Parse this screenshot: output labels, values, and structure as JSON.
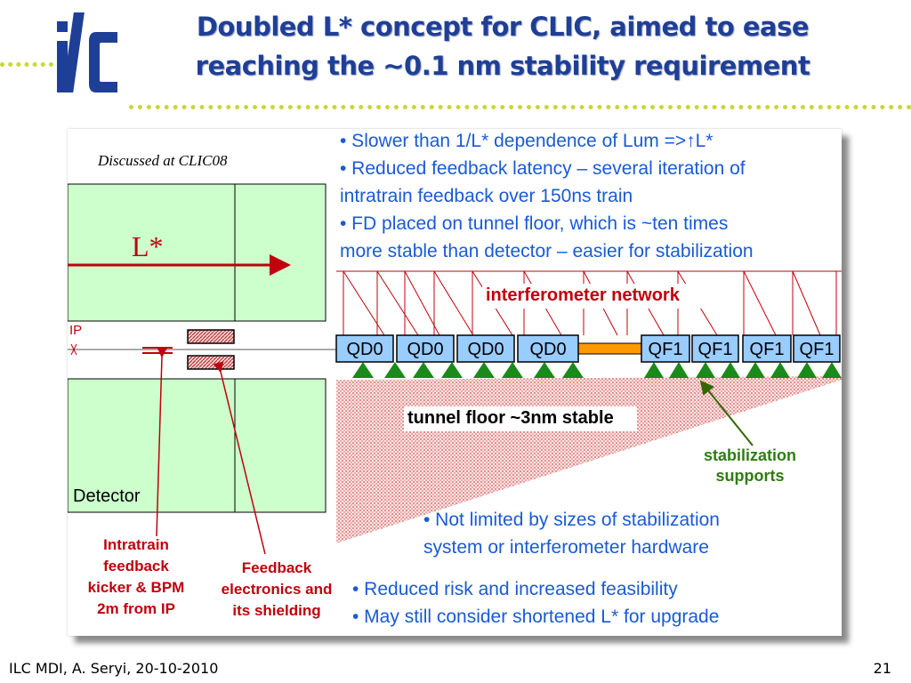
{
  "slide": {
    "title_line1": "Doubled L* concept for CLIC, aimed to ease",
    "title_line2": "reaching the ~0.1 nm stability requirement",
    "logo_text": "ilc",
    "footer_left": "ILC MDI, A. Seryi, 20-10-2010",
    "page_number": "21"
  },
  "diagram": {
    "discussed": "Discussed at CLIC08",
    "lstar_label": "L*",
    "ip_label": "IP",
    "detector_label": "Detector",
    "magnets": [
      "QD0",
      "QD0",
      "QD0",
      "QD0",
      "QF1",
      "QF1",
      "QF1",
      "QF1"
    ],
    "interferometer_label": "interferometer network",
    "tunnel_floor_label": "tunnel floor ~3nm stable",
    "stabilization_line1": "stabilization",
    "stabilization_line2": "supports",
    "kicker_label": [
      "Intratrain",
      "feedback",
      "kicker & BPM",
      "2m from IP"
    ],
    "electronics_label": [
      "Feedback",
      "electronics and",
      "its shielding"
    ],
    "colors": {
      "title": "#1f3f96",
      "bullets": "#1a5ad6",
      "labels_red": "#c0000c",
      "detector_fill": "#ccffcc",
      "magnet_fill": "#99ccff",
      "support_green": "#1a8a1a",
      "beam_orange": "#ff9900",
      "stabilization_text": "#2e7d12"
    }
  },
  "bullets_top": [
    "• Slower than 1/L* dependence of Lum =>↑L*",
    "• Reduced feedback latency – several iteration of",
    "intratrain feedback over 150ns train",
    "• FD placed on tunnel floor, which is ~ten times",
    "more stable than detector – easier for stabilization"
  ],
  "bullets_mid": [
    "• Not limited by sizes of stabilization",
    "system or interferometer hardware"
  ],
  "bullets_bottom": [
    "• Reduced risk and increased feasibility",
    "• May still consider shortened L* for upgrade"
  ]
}
